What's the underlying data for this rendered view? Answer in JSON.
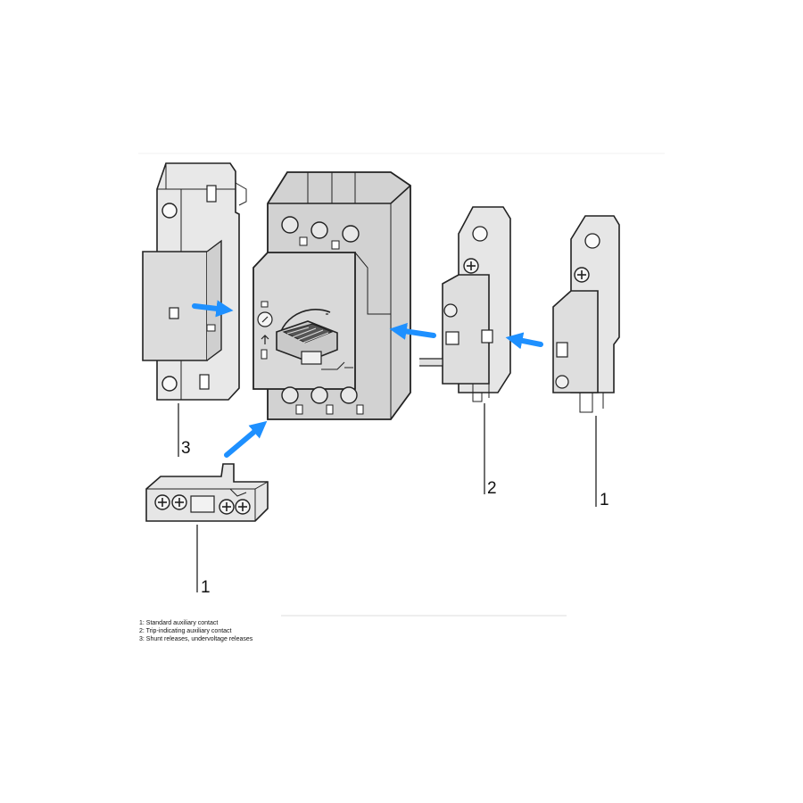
{
  "callouts": {
    "left_module": "3",
    "middle_module": "2",
    "right_module": "1",
    "bottom_module": "1"
  },
  "legend": [
    "1: Standard auxiliary contact",
    "2: Trip-indicating auxiliary contact",
    "3: Shunt releases, undervoltage releases"
  ],
  "colors": {
    "arrow": "#1e90ff",
    "device_body": "#e5e5e5",
    "breaker_body": "#d0d0d0",
    "outline": "#222222"
  },
  "icons": [
    "rotary-handle-icon",
    "terminal-screw-icon",
    "assembly-arrow-icon"
  ]
}
